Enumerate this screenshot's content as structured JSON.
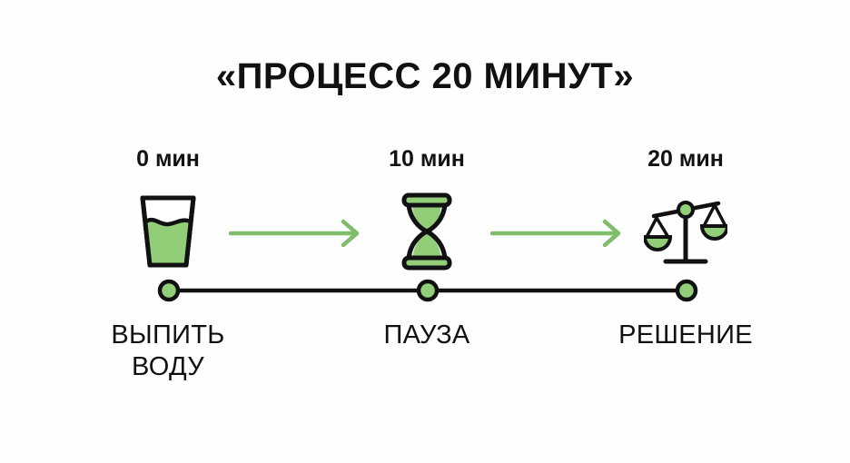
{
  "page": {
    "title": "«ПРОЦЕСС 20 МИНУТ»",
    "background_color": "#fefefe",
    "text_color": "#111113",
    "accent_green": "#92CE77",
    "arrow_green": "#7FBD6B",
    "outline_color": "#111113"
  },
  "steps": [
    {
      "time_label": "0 мин",
      "icon": "glass-of-water-icon",
      "caption_line1": "ВЫПИТЬ",
      "caption_line2": "ВОДУ"
    },
    {
      "time_label": "10 мин",
      "icon": "hourglass-icon",
      "caption_line1": "ПАУЗА",
      "caption_line2": ""
    },
    {
      "time_label": "20 мин",
      "icon": "balance-scales-icon",
      "caption_line1": "РЕШЕНИЕ",
      "caption_line2": ""
    }
  ],
  "connectors": [
    {
      "name": "arrow-right-icon-1"
    },
    {
      "name": "arrow-right-icon-2"
    }
  ],
  "timeline": {
    "name": "timeline-track",
    "marker_count": 3
  }
}
